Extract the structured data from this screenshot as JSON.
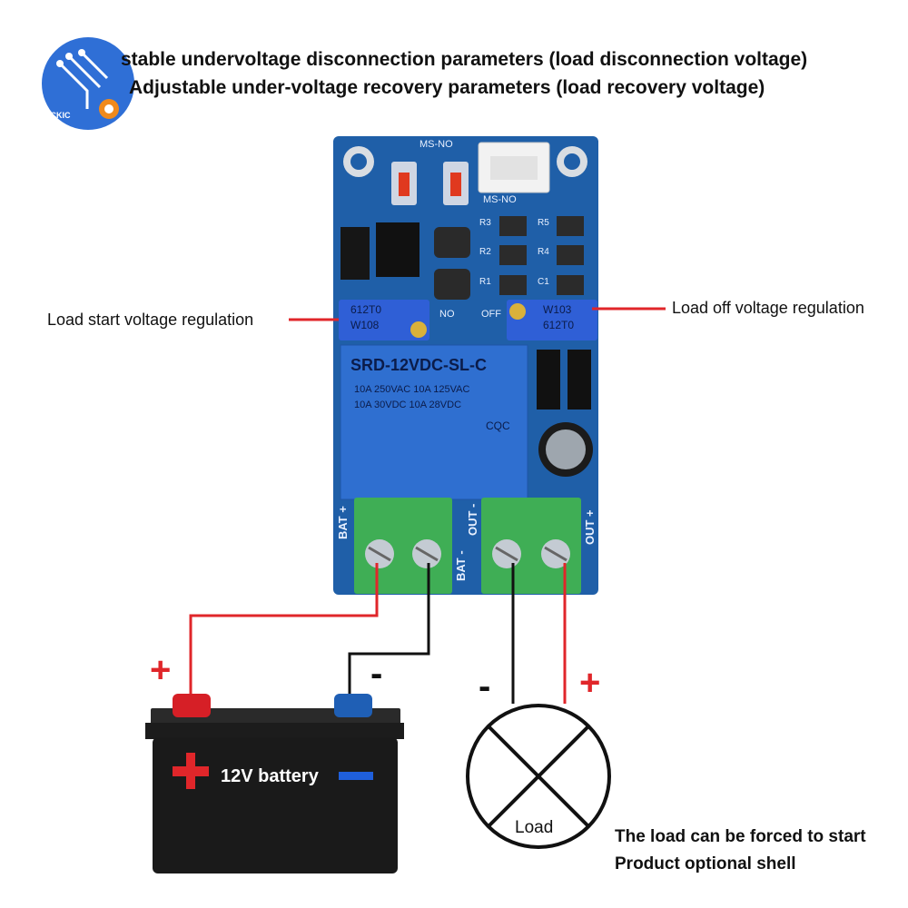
{
  "logo": {
    "text": "OCCKIC"
  },
  "header": {
    "line1": "stable undervoltage disconnection parameters (load disconnection voltage)",
    "line2": "Adjustable under-voltage recovery parameters (load recovery voltage)"
  },
  "callouts": {
    "left": "Load start voltage regulation",
    "right": "Load off voltage regulation"
  },
  "board": {
    "label_ms_no_top": "MS-NO",
    "label_ms_no": "MS-NO",
    "label_no": "NO",
    "label_off": "OFF",
    "pot_left_code": "612T0",
    "pot_left_code2": "W108",
    "pot_right_code": "W103",
    "pot_right_code2": "612T0",
    "relay_model": "SRD-12VDC-SL-C",
    "relay_line1": "10A 250VAC  10A 125VAC",
    "relay_line2": "10A 30VDC  10A 28VDC",
    "relay_cert": "CQC",
    "terminal_bat_plus": "BAT +",
    "terminal_bat_minus": "BAT -",
    "terminal_out_minus": "OUT -",
    "terminal_out_plus": "OUT +",
    "resistors": [
      "R3",
      "R5",
      "R2",
      "R4",
      "R1",
      "C1"
    ]
  },
  "battery": {
    "label": "12V battery",
    "plus_sign": "+",
    "minus_sign": "-"
  },
  "wire_signs": {
    "battery_plus": "+",
    "battery_minus": "-",
    "load_minus": "-",
    "load_plus": "+"
  },
  "load": {
    "label": "Load"
  },
  "notes": {
    "line1": "The load can be forced to start",
    "line2": "Product optional shell"
  },
  "colors": {
    "pcb": "#1f5fa8",
    "terminal": "#3fae55",
    "relay": "#2f6fd0",
    "wire_red": "#e0262a",
    "wire_black": "#111111",
    "battery_body": "#1a1a1a"
  }
}
